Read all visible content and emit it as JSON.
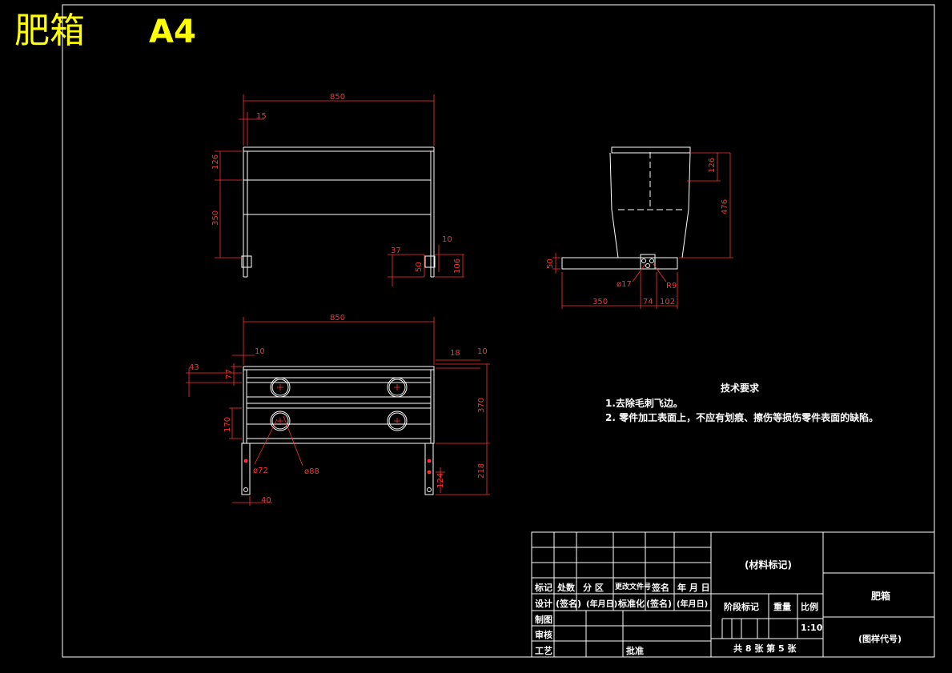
{
  "title": {
    "name": "肥箱",
    "size": "A4"
  },
  "dimensions": {
    "front_width": "850",
    "front_post": "15",
    "front_h1": "126",
    "front_h2": "350",
    "front_d37": "37",
    "front_d10": "10",
    "front_d50": "50",
    "front_d106": "106",
    "side_h126": "126",
    "side_h476": "476",
    "side_h50": "50",
    "side_dia17": "ø17",
    "side_r9": "R9",
    "side_w350": "350",
    "side_w74": "74",
    "side_w102": "102",
    "top_width": "850",
    "top_d10a": "10",
    "top_d18": "18",
    "top_d10b": "10",
    "top_d43": "43",
    "top_d77": "77",
    "top_d370": "370",
    "top_d170": "170",
    "top_dia72": "ø72",
    "top_dia88": "ø88",
    "top_d218": "218",
    "top_d124": "124",
    "top_d40": "40"
  },
  "technical_requirements": {
    "heading": "技术要求",
    "items": [
      "1.去除毛刺飞边。",
      "2. 零件加工表面上，不应有划痕、擦伤等损伤零件表面的缺陷。"
    ]
  },
  "title_block": {
    "material_mark": "(材料标记)",
    "row_headers": [
      "标记",
      "处数",
      "分  区",
      "更改文件号",
      "签名",
      "年 月 日"
    ],
    "design_row": [
      "设计",
      "(签名)",
      "(年月日)",
      "标准化",
      "(签名)",
      "(年月日)"
    ],
    "left_labels": [
      "制图",
      "审核",
      "工艺"
    ],
    "approve": "批准",
    "stage_mark": "阶段标记",
    "weight": "重量",
    "scale_label": "比例",
    "scale_value": "1:10",
    "sheet_info": "共 8 张    第 5 张",
    "part_name": "肥箱",
    "drawing_code": "(图样代号)"
  },
  "colors": {
    "background": "#000000",
    "lines": "#ffffff",
    "dimension": "#ff3030",
    "title": "#ffff00"
  }
}
